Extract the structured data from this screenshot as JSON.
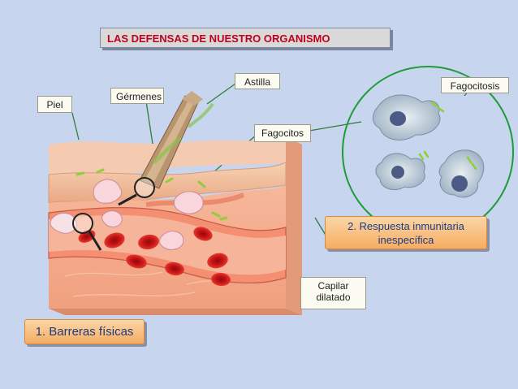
{
  "title": "LAS DEFENSAS DE NUESTRO ORGANISMO",
  "labels": {
    "piel": "Piel",
    "germenes": "Gérmenes",
    "astilla": "Astilla",
    "fagocitos": "Fagocitos",
    "fagocitosis": "Fagocitosis",
    "capilar_1": "Capilar",
    "capilar_2": "dilatado"
  },
  "sections": {
    "respuesta_1": "2. Respuesta inmunitaria",
    "respuesta_2": "inespecífica",
    "barreras": "1. Barreras físicas"
  },
  "colors": {
    "background": "#c7d6ee",
    "title_text": "#c0001c",
    "box_text": "#1b3a86",
    "circle": "#1f9b3a",
    "skin": "#f3c6a6",
    "blood": "#c81417"
  }
}
